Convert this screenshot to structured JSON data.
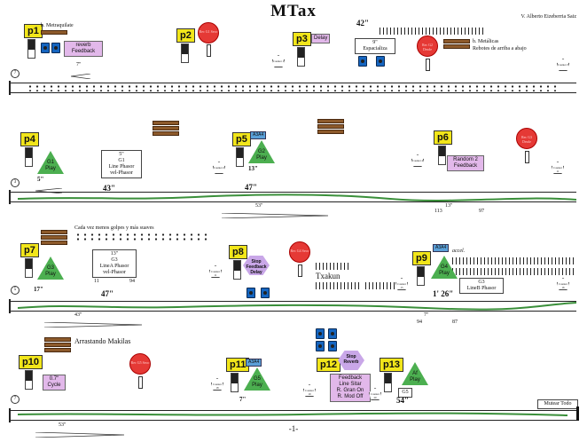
{
  "header": {
    "title": "MTax",
    "author": "V. Alberto Eizeberria Saiz",
    "page_number": "-1-"
  },
  "colors": {
    "pedal_box": "#f2e61a",
    "triangle": "#4caf50",
    "pink_box": "#e2b8ea",
    "circle": "#e53935",
    "speaker": "#1565c0",
    "wave": "#3a8f3a"
  },
  "systems": [
    {
      "number": "7"
    },
    {
      "number": "3"
    },
    {
      "number": "5"
    },
    {
      "number": "7"
    }
  ],
  "row1": {
    "p1": {
      "label": "p1",
      "text": "b. Metraquilate",
      "pink": [
        "reverb",
        "Feedback"
      ],
      "time": "7\""
    },
    "p2": {
      "label": "p2",
      "circle": "Rec G1 Seco"
    },
    "p3": {
      "label": "p3",
      "pink": "Delay",
      "counter": "Counter 1"
    },
    "mid": {
      "time": "42\"",
      "box": [
        "9\"",
        "Espacializa"
      ]
    },
    "circle2": "Rec G2 Desde",
    "right_text": [
      "b. Metálicas",
      "Rebotes de arriba a abajo"
    ],
    "counter_right": "Counter 3"
  },
  "row2": {
    "p4": {
      "label": "p4",
      "tri": [
        "G1",
        "Play"
      ],
      "time": "5\""
    },
    "box_g1": [
      "5\"",
      "G1",
      "Line Phasor",
      "vel-Phasor"
    ],
    "time_43": "43\"",
    "p5": {
      "label": "p5",
      "blue": "A3A4",
      "tri": [
        "G2",
        "Play"
      ],
      "time": "13\"",
      "counter": "Counter 2"
    },
    "time_47": "47\"",
    "p6": {
      "label": "p6",
      "pink": [
        "Random 2",
        "Feedback"
      ],
      "counter": "Counter 4",
      "circle": "Rec G3 Desde"
    },
    "counter_right": "Counter 11",
    "under_53": "53\"",
    "under_13": "13\"",
    "under_113": "113",
    "under_97": "97"
  },
  "row3": {
    "p7": {
      "label": "p7",
      "tri": [
        "G3",
        "Play"
      ],
      "time": "17\"",
      "text": "Cada vez menos golpes y más suaves"
    },
    "box_g3": [
      "13\"",
      "G3",
      "LineA Phasor",
      "vel-Phasor"
    ],
    "nums": [
      "11",
      "94"
    ],
    "time_47": "47\"",
    "p8": {
      "label": "p8",
      "hex": [
        "Stop",
        "Feedback",
        "Delay"
      ],
      "counter": "Counter 11"
    },
    "circle": "Rec G4 Seco",
    "txakun": "Txakun",
    "p9": {
      "label": "p9",
      "blue": "A3A4",
      "accel": "accel.",
      "tri": [
        "G4",
        "Play"
      ],
      "counter": "Counter 15",
      "box": [
        "G3",
        "LineB Phasor"
      ],
      "time": "1' 26\""
    },
    "counter_right": "Counter 16",
    "under_43": "43\"",
    "under_7": "7\"",
    "under_94": "94",
    "under_87": "87"
  },
  "row4": {
    "p10": {
      "label": "p10",
      "text": "Arrastando Makilas",
      "pink": [
        "0.7\"",
        "Cycle"
      ]
    },
    "circle": "Rec G5 Seco",
    "p11": {
      "label": "p11",
      "blue": "A3A4",
      "tri": [
        "G5",
        "Play"
      ],
      "time": "7\"",
      "counter": "Counter 18"
    },
    "p12": {
      "label": "p12",
      "hex": [
        "Stop",
        "Reverb"
      ],
      "pink": [
        "Feedback",
        "Line Sitar",
        "R. Gran On",
        "R. Mod Off"
      ],
      "counters": [
        "Counter 19",
        "Counter 20"
      ]
    },
    "p13": {
      "label": "p13",
      "tri": [
        "Af",
        "Play"
      ],
      "g5": "G5",
      "time": "54\""
    },
    "mutear": "Mutear Todo",
    "under_53": "53\""
  }
}
